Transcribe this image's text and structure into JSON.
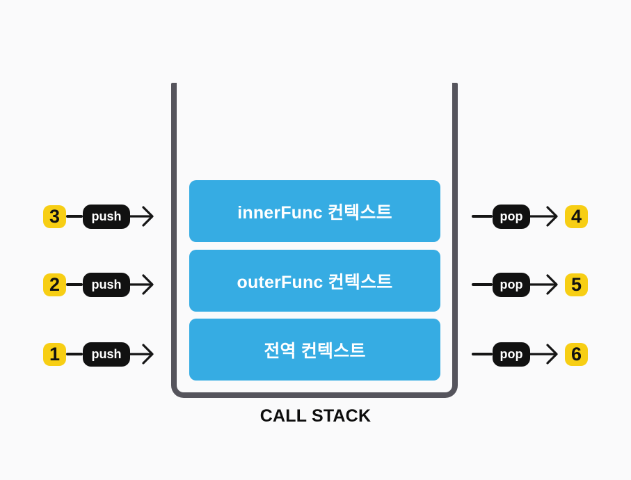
{
  "diagram": {
    "title": "CALL STACK",
    "stack_frames": [
      {
        "label": "innerFunc 컨텍스트"
      },
      {
        "label": "outerFunc 컨텍스트"
      },
      {
        "label": "전역 컨텍스트"
      }
    ],
    "push_sequence": [
      {
        "step": "3",
        "action": "push"
      },
      {
        "step": "2",
        "action": "push"
      },
      {
        "step": "1",
        "action": "push"
      }
    ],
    "pop_sequence": [
      {
        "step": "4",
        "action": "pop"
      },
      {
        "step": "5",
        "action": "pop"
      },
      {
        "step": "6",
        "action": "pop"
      }
    ],
    "colors": {
      "background": "#fafafb",
      "stack_wall": "#55545c",
      "frame_blue": "#36ace3",
      "badge_yellow": "#f7ce14",
      "pill_black": "#111111",
      "frame_text": "#ffffff",
      "arrow_black": "#151515"
    }
  }
}
